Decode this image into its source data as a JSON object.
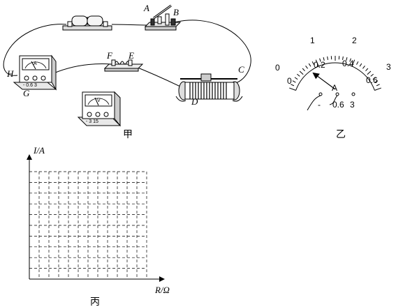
{
  "figure_jia": {
    "caption": "甲",
    "labels": {
      "A": "A",
      "B": "B",
      "C": "C",
      "D": "D",
      "E": "E",
      "F": "F",
      "G": "G",
      "H": "H"
    },
    "ammeter_letter": "A",
    "ammeter_terminals": "- 0.6 3",
    "voltmeter_letter": "V",
    "voltmeter_terminals": "- 3 15"
  },
  "figure_yi": {
    "caption": "乙",
    "outer_scale": [
      "0",
      "1",
      "2",
      "3"
    ],
    "inner_scale": [
      "0",
      "0.2",
      "0.4",
      "0.6"
    ],
    "meter_letter": "A",
    "terminal_labels": [
      "-",
      "0.6",
      "3"
    ],
    "needle_value_outer": 0.78
  },
  "figure_bing": {
    "caption": "丙",
    "y_axis_label": "I/A",
    "x_axis_label": "R/Ω",
    "grid_cols": 12,
    "grid_rows": 10
  }
}
